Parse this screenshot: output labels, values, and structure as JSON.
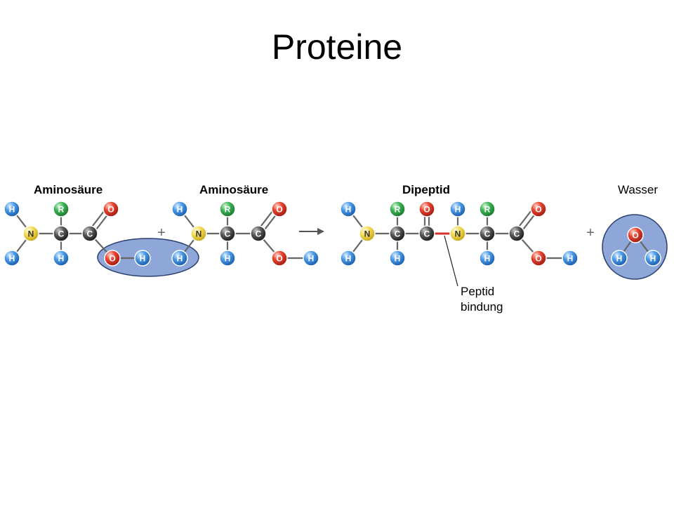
{
  "slide": {
    "title": "Proteine"
  },
  "labels": {
    "amino_acid_1": "Aminosäure",
    "amino_acid_2": "Aminosäure",
    "dipeptide": "Dipeptid",
    "water": "Wasser"
  },
  "peptide_bond_annotation": {
    "line1": "Peptid",
    "line2": "bindung"
  },
  "operators": {
    "plus": "+"
  },
  "atoms": {
    "H": "H",
    "R": "R",
    "O": "O",
    "N": "N",
    "C": "C"
  },
  "colors": {
    "H": "#3b8ee0",
    "R": "#2fa84a",
    "O": "#e03a2a",
    "N": "#f0d84a",
    "C": "#444444",
    "highlight_fill": "#8ea6d8",
    "highlight_stroke": "#2a3f6e",
    "peptide_bond": "#d33030"
  }
}
